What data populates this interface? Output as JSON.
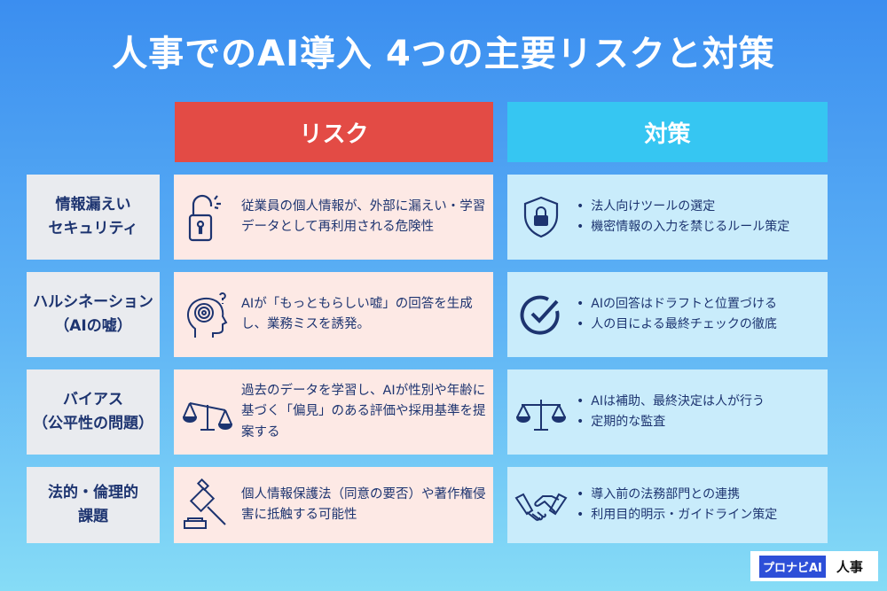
{
  "title": "人事でのAI導入 4つの主要リスクと対策",
  "headers": {
    "risk": "リスク",
    "countermeasure": "対策"
  },
  "rows": [
    {
      "label": "情報漏えい\nセキュリティ",
      "risk": "従業員の個人情報が、外部に漏えい・学習データとして再利用される危険性",
      "measures": [
        "法人向けツールの選定",
        "機密情報の入力を禁じるルール策定"
      ],
      "risk_icon": "unlocked-padlock-icon",
      "measure_icon": "shield-lock-icon"
    },
    {
      "label": "ハルシネーション\n（AIの嘘）",
      "risk": "AIが「もっともらしい嘘」の回答を生成し、業務ミスを誘発。",
      "measures": [
        "AIの回答はドラフトと位置づける",
        "人の目による最終チェックの徹底"
      ],
      "risk_icon": "confused-head-icon",
      "measure_icon": "check-circle-icon"
    },
    {
      "label": "バイアス\n（公平性の問題）",
      "risk": "過去のデータを学習し、AIが性別や年齢に基づく「偏見」のある評価や採用基準を提案する",
      "measures": [
        "AIは補助、最終決定は人が行う",
        "定期的な監査"
      ],
      "risk_icon": "unbalanced-scale-icon",
      "measure_icon": "balanced-scale-icon"
    },
    {
      "label": "法的・倫理的\n課題",
      "risk": "個人情報保護法（同意の要否）や著作権侵害に抵触する可能性",
      "measures": [
        "導入前の法務部門との連携",
        "利用目的明示・ガイドライン策定"
      ],
      "risk_icon": "gavel-icon",
      "measure_icon": "handshake-icon"
    }
  ],
  "logo": {
    "brand": "プロナビAI",
    "sub": "人事"
  },
  "colors": {
    "risk_header": "#e34b45",
    "measure_header": "#36c6f2",
    "text": "#1d3470"
  }
}
